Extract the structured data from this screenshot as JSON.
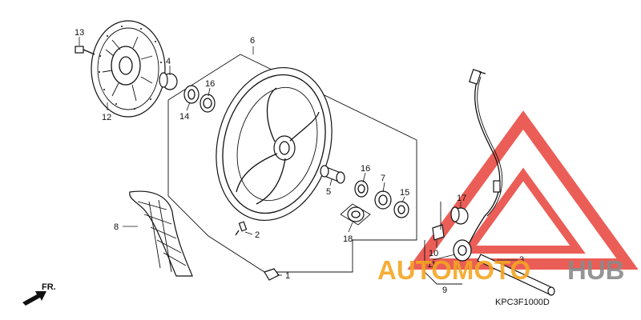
{
  "diagram": {
    "code": "KPC3F1000D",
    "direction": "FR.",
    "parts": [
      {
        "num": "1"
      },
      {
        "num": "2"
      },
      {
        "num": "3"
      },
      {
        "num": "4"
      },
      {
        "num": "5"
      },
      {
        "num": "6"
      },
      {
        "num": "7"
      },
      {
        "num": "8"
      },
      {
        "num": "9"
      },
      {
        "num": "10"
      },
      {
        "num": "11"
      },
      {
        "num": "12"
      },
      {
        "num": "13"
      },
      {
        "num": "14"
      },
      {
        "num": "15"
      },
      {
        "num": "16"
      },
      {
        "num": "16"
      },
      {
        "num": "17"
      },
      {
        "num": "18"
      }
    ]
  },
  "watermark": {
    "text_1": "AUTOMOTO",
    "text_2": "HUB",
    "color_red": "#e8423a",
    "color_orange": "#f4a623",
    "color_gray": "#8a8a8a"
  }
}
